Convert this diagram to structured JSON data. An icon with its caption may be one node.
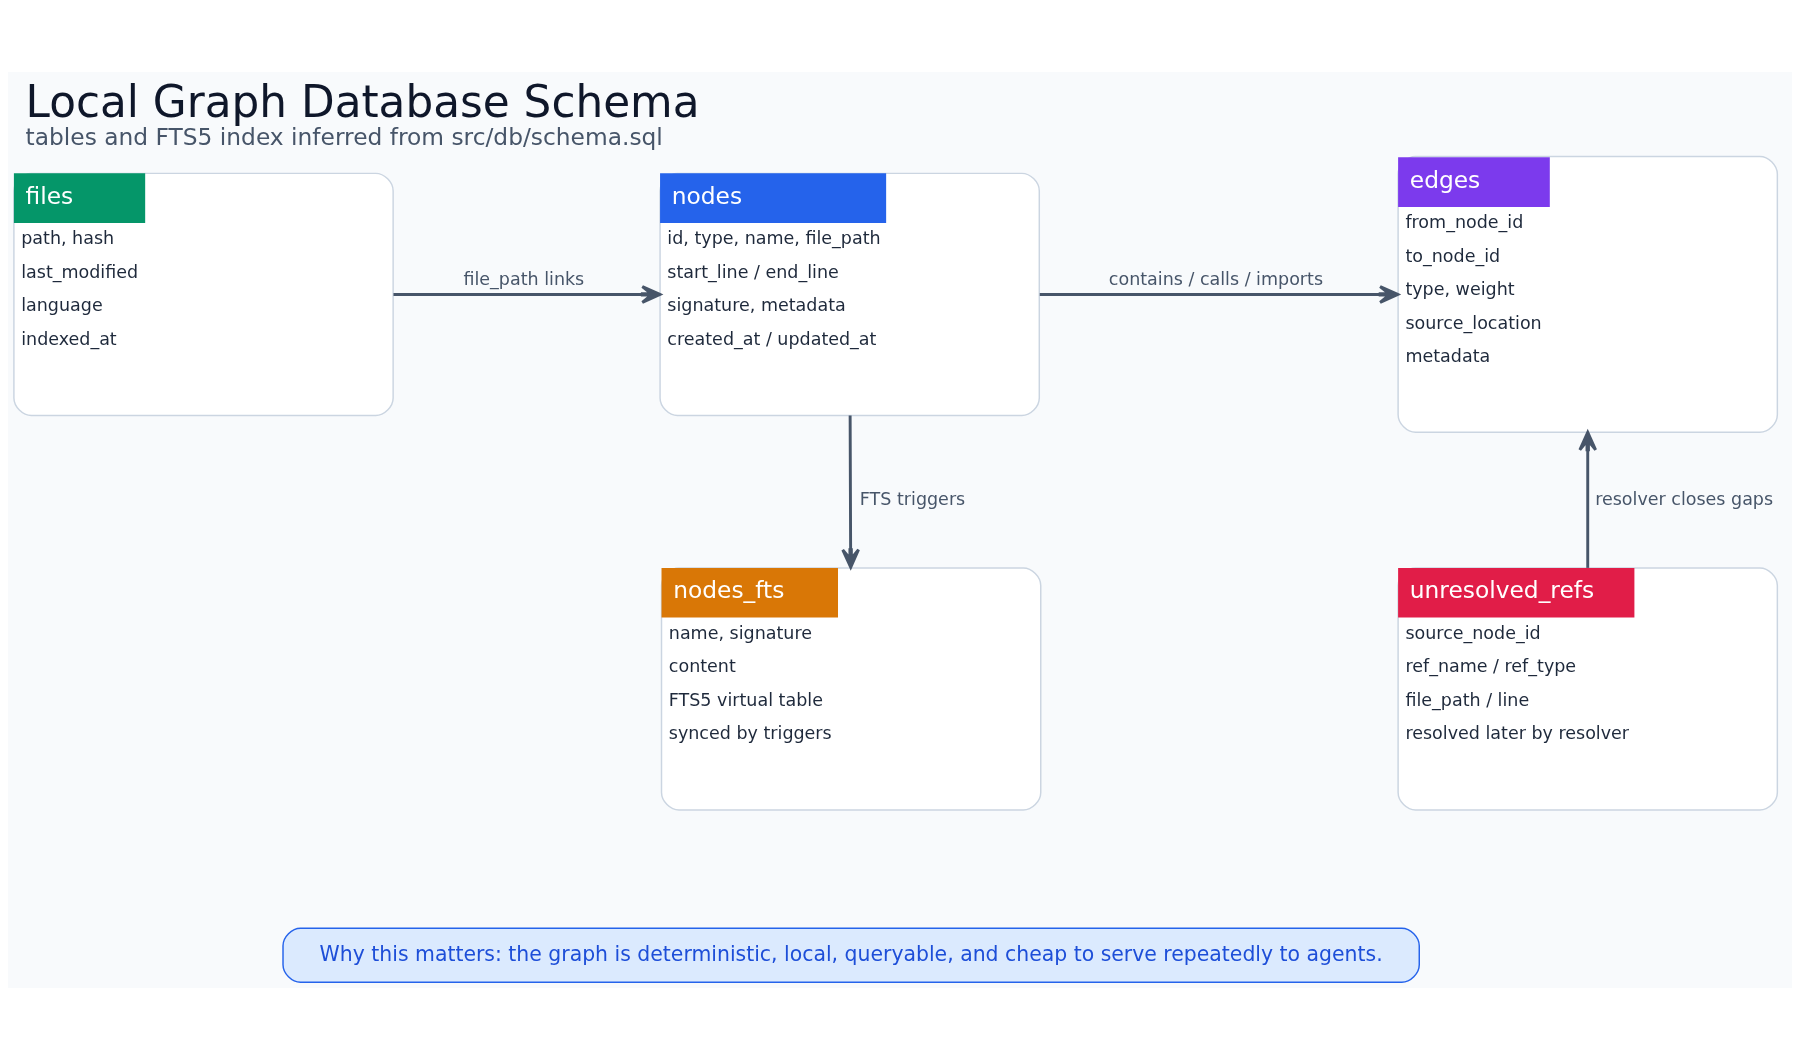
{
  "diagram": {
    "title": "Local Graph Database Schema",
    "caption": "tables and FTS5 index inferred from src/db/schema.sql",
    "nodes": [
      {
        "text": [
          "nodes",
          "id, type, name, file_path",
          "start_line / end_line",
          "signature, metadata",
          "created_at / updated_at"
        ]
      },
      {
        "text": [
          "edges",
          "from_node_id",
          "to_node_id",
          "type, weight",
          "source_location",
          "metadata"
        ]
      },
      {
        "text": [
          "files",
          "path, hash",
          "last_modified",
          "language",
          "indexed_at"
        ]
      },
      {
        "text": [
          "nodes_fts",
          "name, signature",
          "content",
          "FTS5 virtual table",
          "synced by triggers"
        ]
      },
      {
        "text": [
          "unresolved_refs",
          "source_node_id",
          "ref_name / ref_type",
          "file_path / line",
          "resolved later by resolver"
        ]
      },
      {
        "text": [
          "Why this matters: the graph is deterministic, local, queryable, and cheap to serve repeatedly to agents."
        ]
      }
    ],
    "edges": [
      {
        "from": 2,
        "to": 0,
        "arrow": "to",
        "label": "file_path links"
      },
      {
        "from": 0,
        "to": 1,
        "arrow": "to",
        "label": "contains / calls / imports"
      },
      {
        "from": 0,
        "to": 3,
        "arrow": "to",
        "label": "FTS triggers"
      },
      {
        "from": 4,
        "to": 1,
        "arrow": "to",
        "label": "resolver closes gaps"
      }
    ]
  }
}
